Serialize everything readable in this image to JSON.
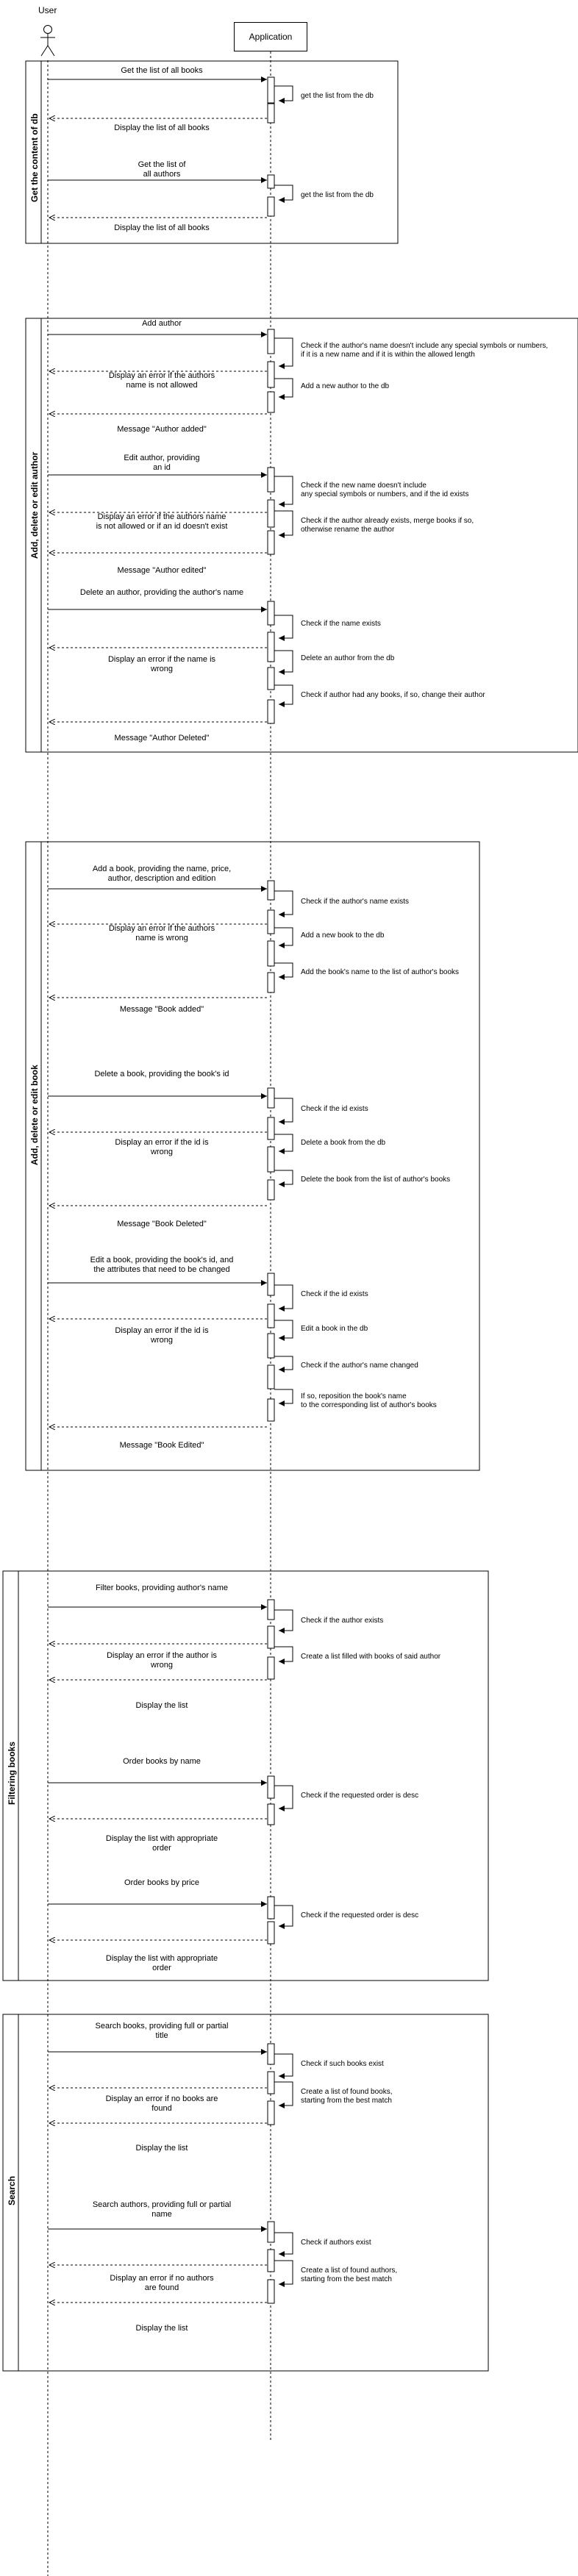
{
  "participants": {
    "user": "User",
    "app": "Application"
  },
  "frames": {
    "f1": "Get the content of db",
    "f2": "Add, delete or edit author",
    "f3": "Add, delete or edit book",
    "f4": "Filtering books",
    "f5": "Search"
  },
  "messages": {
    "m1": "Get the list of all books",
    "m2": "Display the list of all books",
    "m3": "Get the list of\nall authors",
    "m4": "Display the list of all books",
    "m5": "Add author",
    "m6": "Display an error if the authors\nname is not allowed",
    "m7": "Message \"Author added\"",
    "m8": "Edit author, providing\nan id",
    "m9": "Display an error if the authors name\nis not allowed or if an id doesn't exist",
    "m10": "Message \"Author edited\"",
    "m11": "Delete an author, providing the author's name",
    "m12": "Display an error if the name is\nwrong",
    "m13": "Message \"Author Deleted\"",
    "m14": "Add a book, providing the name, price,\nauthor, description and edition",
    "m15": "Display an error if the authors\nname is wrong",
    "m16": "Message \"Book added\"",
    "m17": "Delete a book, providing the book's id",
    "m18": "Display an error if the id is\nwrong",
    "m19": "Message \"Book Deleted\"",
    "m20": "Edit a book, providing the book's id, and\nthe attributes that need to be changed",
    "m21": "Display an error if the id is\nwrong",
    "m22": "Message \"Book Edited\"",
    "m23": "Filter books, providing author's name",
    "m24": "Display an error if the author is\nwrong",
    "m25": "Display the list",
    "m26": "Order books by name",
    "m27": "Display the list with appropriate\norder",
    "m28": "Order books by price",
    "m29": "Display the list with appropriate\norder",
    "m30": "Search books, providing full or partial\ntitle",
    "m31": "Display an error if no books are\nfound",
    "m32": "Display the list",
    "m33": "Search authors, providing full or partial\nname",
    "m34": "Display an error if no authors\nare found",
    "m35": "Display the list"
  },
  "self_calls": {
    "s1": "get the list from the db",
    "s2": "get the list from the db",
    "s3": "Check if the author's name doesn't include any special symbols or numbers,\nif it is a new name and if it is within the allowed length",
    "s4": "Add a new author to the db",
    "s5": "Check if the new name doesn't include\nany special symbols or numbers, and if the id exists",
    "s6": "Check if the author already exists, merge books if so,\notherwise rename the author",
    "s7": "Check if the name exists",
    "s8": "Delete an author from the db",
    "s9": "Check if author had any books, if so, change their author",
    "s10": "Check if the author's name exists",
    "s11": "Add a new book to the db",
    "s12": "Add the book's name to the list of author's books",
    "s13": "Check if the id exists",
    "s14": "Delete a book from the db",
    "s15": "Delete the book from the list of author's books",
    "s16": "Check if the id exists",
    "s17": "Edit a book in the db",
    "s18": "Check if the author's name changed",
    "s19": "If so, reposition the book's name\nto the corresponding list of author's books",
    "s20": "Check if the author exists",
    "s21": "Create a list filled with books of said author",
    "s22": "Check if the requested order is desc",
    "s23": "Check if the requested order is desc",
    "s24": "Check if such books exist",
    "s25": "Create a list of found books,\nstarting from the best match",
    "s26": "Check if authors exist",
    "s27": "Create a list of found authors,\nstarting from the best match"
  }
}
